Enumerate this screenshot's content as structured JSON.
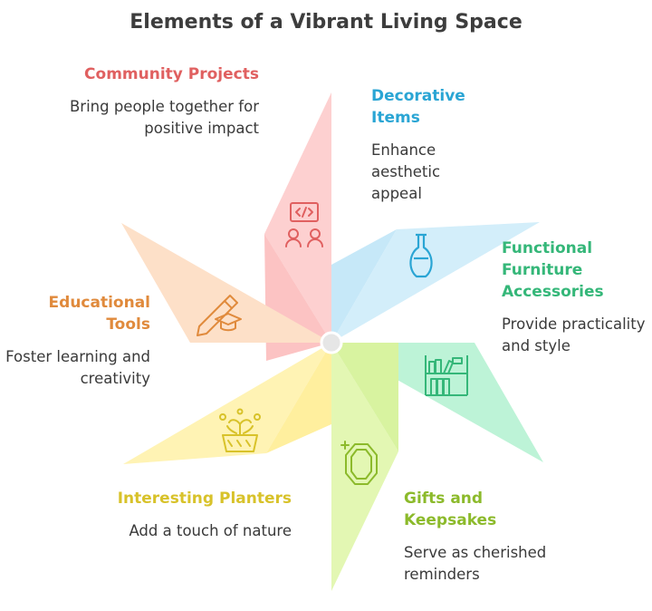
{
  "title": "Elements of a Vibrant Living Space",
  "items": [
    {
      "heading": "Community Projects",
      "description": "Bring people together for positive impact",
      "icon": "community-people-icon",
      "color": "#e06060"
    },
    {
      "heading": "Decorative Items",
      "description": "Enhance aesthetic appeal",
      "icon": "vase-icon",
      "color": "#2aa5d4"
    },
    {
      "heading": "Functional Furniture Accessories",
      "description": "Provide practicality and style",
      "icon": "bookshelf-icon",
      "color": "#35b779"
    },
    {
      "heading": "Gifts and Keepsakes",
      "description": "Serve as cherished reminders",
      "icon": "gem-icon",
      "color": "#8cba2b"
    },
    {
      "heading": "Interesting Planters",
      "description": "Add a touch of nature",
      "icon": "planter-icon",
      "color": "#d8c22a"
    },
    {
      "heading": "Educational Tools",
      "description": "Foster learning and creativity",
      "icon": "pencil-graduation-cap-icon",
      "color": "#e08a3c"
    }
  ]
}
